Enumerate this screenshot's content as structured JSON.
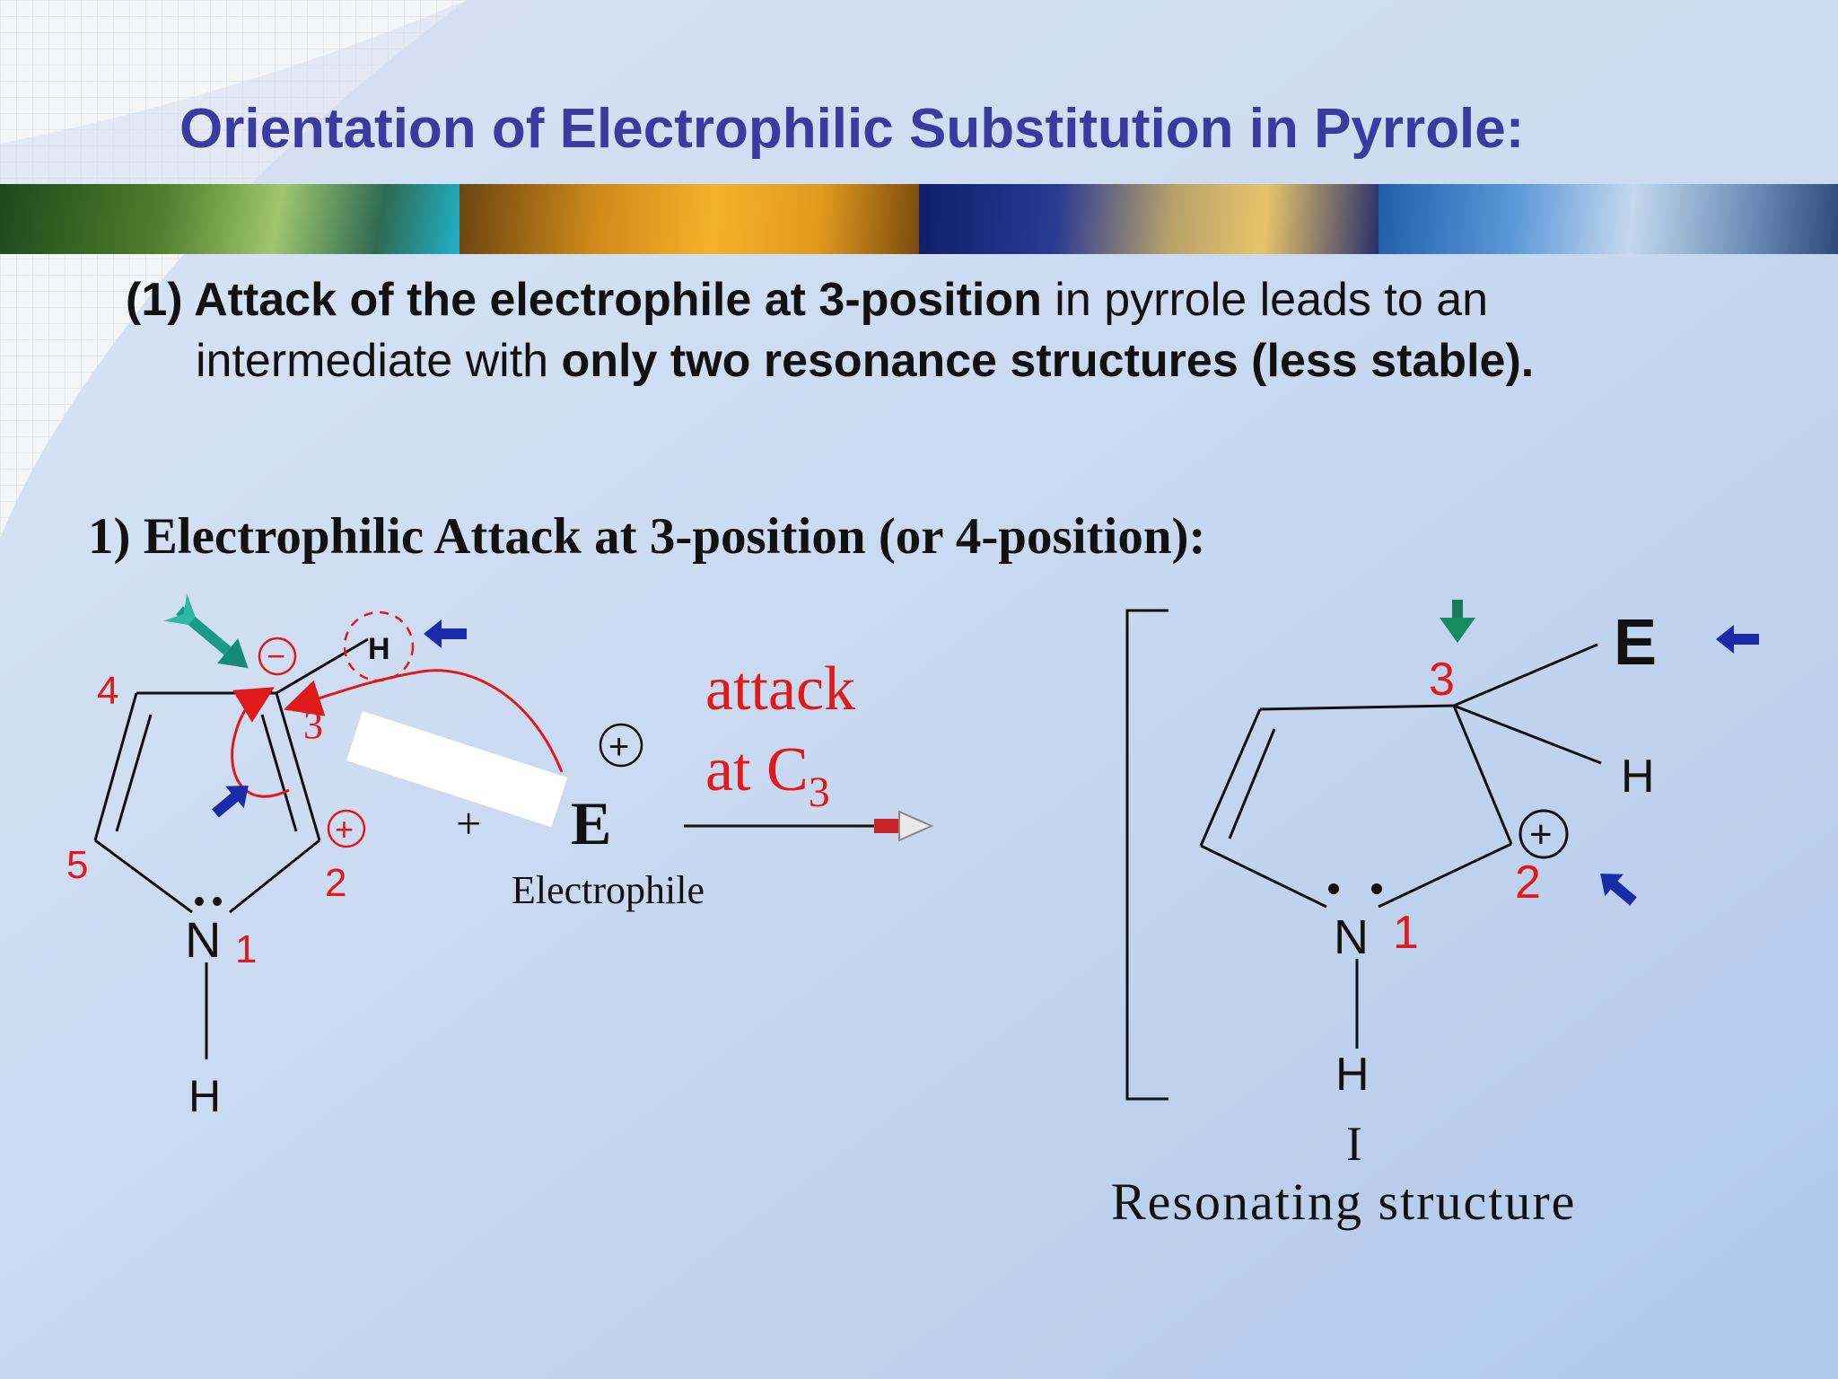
{
  "slide": {
    "title": "Orientation of Electrophilic Substitution in Pyrrole:",
    "paragraph": {
      "line1_bold": "(1) Attack of the electrophile at 3-position",
      "line1_rest": " in pyrrole leads to an",
      "line2_normal": "intermediate with ",
      "line2_bold": "only two resonance structures (less stable)."
    },
    "section_heading": "1) Electrophilic Attack at 3-position (or 4-position):"
  },
  "left_structure": {
    "positions": {
      "p1": "1",
      "p2": "2",
      "p3": "3",
      "p4": "4",
      "p5": "5"
    },
    "nitrogen": "N",
    "hydrogen_bottom": "H",
    "hydrogen_c3": "H",
    "minus_sign": "−",
    "plus_sign": "+"
  },
  "reagent": {
    "plus_operator": "+",
    "electrophile_symbol": "E",
    "electrophile_charge": "+",
    "electrophile_label": "Electrophile"
  },
  "reaction_arrow": {
    "label_line1": "attack",
    "label_line2": "at C",
    "label_subscript": "3"
  },
  "right_structure": {
    "positions": {
      "p1": "1",
      "p2": "2",
      "p3": "3"
    },
    "nitrogen": "N",
    "hydrogen_bottom": "H",
    "hydrogen_c3": "H",
    "electrophile": "E",
    "plus_sign": "+",
    "roman_numeral": "I",
    "caption": "Resonating structure"
  },
  "colors": {
    "title": "#3a3aa0",
    "red": "#e01a1a",
    "background_light": "#eaf1fb",
    "background_mid": "#b8cdec"
  },
  "icons": [
    "teal-arrow-icon",
    "blue-arrow-icon",
    "green-arrow-icon",
    "red-arrow-icon"
  ]
}
